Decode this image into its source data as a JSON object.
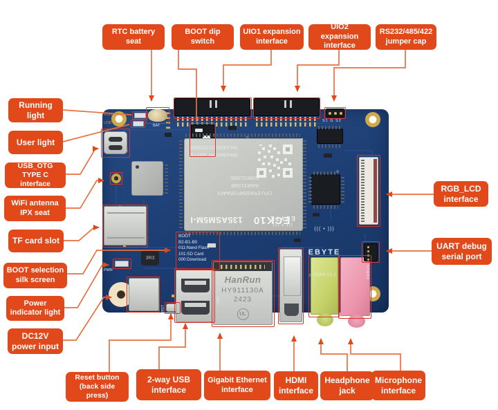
{
  "colors": {
    "label_bg": "#e2491a",
    "label_text": "#ffffff",
    "connector_line": "#e8703f",
    "highlight_box": "#d9332a",
    "board_blue": "#1c3d72",
    "module_silver": "#c5c7c3",
    "headphone_jack": "#ccd877",
    "microphone_jack": "#ef9fb4"
  },
  "callouts": {
    "top": [
      {
        "label": "RTC battery\nseat"
      },
      {
        "label": "BOOT dip\nswitch"
      },
      {
        "label": "UIO1 expansion\ninterface"
      },
      {
        "label": "UIO2 expansion\ninterface"
      },
      {
        "label": "RS232/485/422\njumper cap"
      }
    ],
    "left": [
      {
        "label": "Running\nlight"
      },
      {
        "label": "User light"
      },
      {
        "label": "USB_OTG\nTYPE C interface"
      },
      {
        "label": "WiFi antenna\nIPX seat"
      },
      {
        "label": "TF card slot"
      },
      {
        "label": "BOOT selection\nsilk screen"
      },
      {
        "label": "Power\nindicator light"
      },
      {
        "label": "DC12V\npower input"
      }
    ],
    "right": [
      {
        "label": "RGB_LCD\ninterface"
      },
      {
        "label": "UART debug\nserial port"
      }
    ],
    "bottom": [
      {
        "label": "Reset button\n(back side press)"
      },
      {
        "label": "2-way USB\ninterface"
      },
      {
        "label": "Gigabit Ethernet\ninterface"
      },
      {
        "label": "HDMI\ninterface"
      },
      {
        "label": "Headphone\njack"
      },
      {
        "label": "Microphone\ninterface"
      }
    ]
  },
  "board": {
    "module": {
      "series": "ECK10",
      "model": "135ASM5M-I",
      "brand": "EBYTE",
      "manufacturer": "Manufacturer: EBYTE",
      "serial": "SN:S429IZ01SD00D#",
      "specs": "CPU:STM32MP135AAF3\nRAM:512MB\nROM:512MB"
    },
    "silkscreen": {
      "bat": "BAT",
      "run_led": "RUN",
      "usb_led": "USB",
      "pwr_led": "PWR",
      "rst": "RST",
      "usb_port": "USB",
      "debug": "DEBUG",
      "jumper_pins": "S1 G S2",
      "inductor": "3R3",
      "brand": "EBYTE",
      "board_version": "30006-V1.1",
      "boot_table": "BOOT\nB2-B1-B0\n011:Nand Flash\n101:SD Card\n000:Download"
    },
    "ethernet_jack": {
      "brand": "HanRun",
      "model": "HY911130A",
      "batch": "2423",
      "ul_mark": "UL"
    }
  }
}
